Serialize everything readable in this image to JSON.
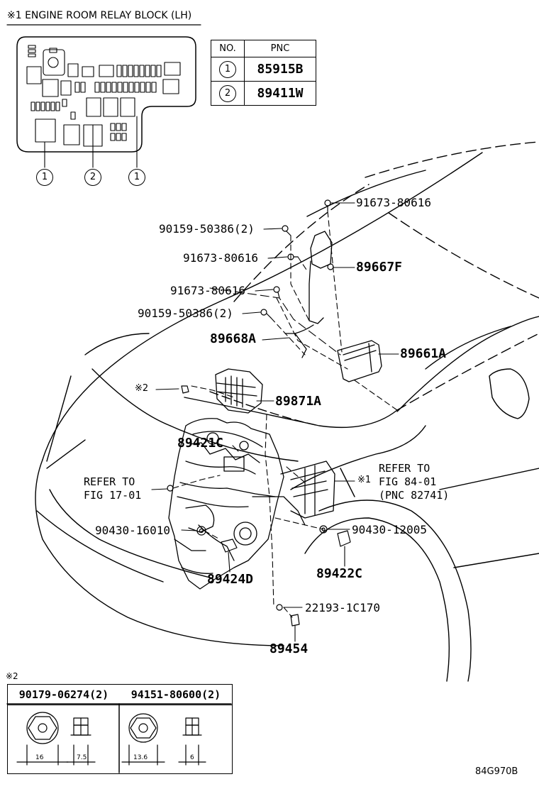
{
  "relay_block": {
    "title": "※1 ENGINE ROOM RELAY BLOCK (LH)",
    "callouts": [
      "1",
      "2",
      "1"
    ]
  },
  "pnc_table": {
    "headers": [
      "NO.",
      "PNC"
    ],
    "rows": [
      {
        "no": "1",
        "pnc": "85915B"
      },
      {
        "no": "2",
        "pnc": "89411W"
      }
    ]
  },
  "parts": {
    "p1": "91673-80616",
    "p2": "90159-50386(2)",
    "p3": "91673-80616",
    "p4": "89667F",
    "p5": "91673-80616",
    "p6": "90159-50386(2)",
    "p7": "89668A",
    "p8": "89661A",
    "p9": "※2",
    "p10": "89871A",
    "p11": "89421C",
    "p12": "90430-16010",
    "p13": "89424D",
    "p14": "90430-12005",
    "p15": "89422C",
    "p16": "22193-1C170",
    "p17": "89454"
  },
  "notes": {
    "refer_left_line1": "REFER TO",
    "refer_left_line2": "FIG 17-01",
    "refer_right_mark": "※1",
    "refer_right_line1": "REFER TO",
    "refer_right_line2": "FIG 84-01",
    "refer_right_line3": "(PNC 82741)"
  },
  "fasteners": {
    "mark": "※2",
    "left": {
      "part": "90179-06274(2)",
      "dim_a": "16",
      "dim_b": "7.5"
    },
    "right": {
      "part": "94151-80600(2)",
      "dim_a": "13.6",
      "dim_b": "6"
    }
  },
  "figure_code": "84G970B"
}
